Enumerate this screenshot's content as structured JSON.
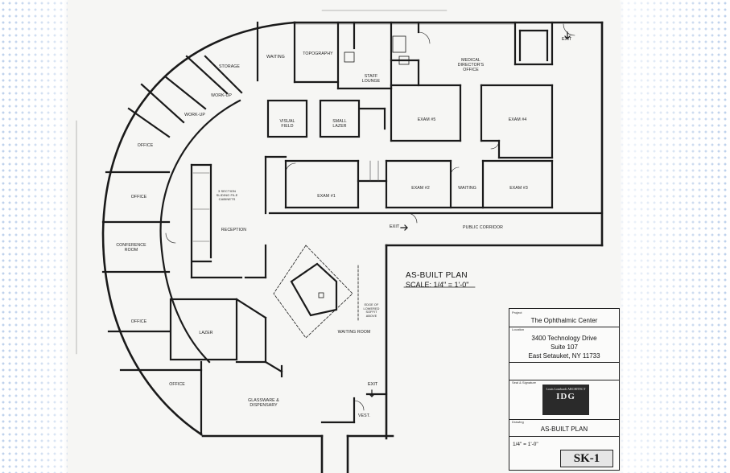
{
  "plan": {
    "title": "AS-BUILT PLAN",
    "scale": "SCALE: 1/4\" = 1'-0\""
  },
  "rooms": {
    "storage": "STORAGE",
    "waiting_top": "WAITING",
    "topography": "TOPOGRAPHY",
    "staff_lounge": "STAFF\nLOUNGE",
    "medical_directors_office": "MEDICAL\nDIRECTOR'S\nOFFICE",
    "workup_1": "WORK-UP",
    "workup_2": "WORK-UP",
    "visual_field": "VISUAL\nFIELD",
    "small_lazer": "SMALL\nLAZER",
    "exam_5": "EXAM #5",
    "exam_4": "EXAM #4",
    "office_1": "OFFICE",
    "office_2": "OFFICE",
    "conference_room": "CONFERENCE\nROOM",
    "office_3": "OFFICE",
    "reception": "RECEPTION",
    "file_cabinets": "3 SECTION\nSLIDING FILE\nCABINETS",
    "exam_1": "EXAM #1",
    "exam_2": "EXAM #2",
    "waiting_mid": "WAITING",
    "exam_3": "EXAM #3",
    "public_corridor": "PUBLIC CORRIDOR",
    "lazer": "LAZER",
    "waiting_room": "WAITING ROOM",
    "soffit_note": "EDGE OF\nLOWERED\nSOFFIT\nABOVE",
    "office_4": "OFFICE",
    "glassware": "GLASSWARE &\nDISPENSARY",
    "vest": "VEST."
  },
  "exits": [
    "EXIT",
    "EXIT",
    "EXIT"
  ],
  "title_block": {
    "project_label": "Project",
    "project": "The Ophthalmic Center",
    "location_label": "Location",
    "address_1": "3400 Technology Drive",
    "address_2": "Suite 107",
    "address_3": "East Setauket, NY 11733",
    "seal_label": "Seal & Signature",
    "logo_small": "Louis Lombardi ARCHITECT",
    "logo": "IDG",
    "drawing_label": "Drawing",
    "drawing": "AS-BUILT PLAN",
    "scale": "1/4\" = 1'-0\"",
    "sheet": "SK-1"
  }
}
